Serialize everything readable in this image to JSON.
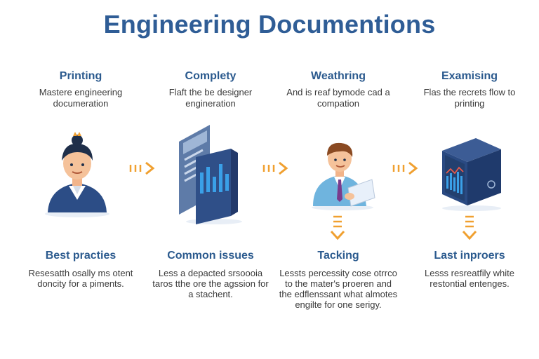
{
  "title": "Engineering Documentions",
  "steps": [
    {
      "title": "Printing",
      "desc": "Mastere engineering documeration"
    },
    {
      "title": "Complety",
      "desc": "Flaft the be designer engineration"
    },
    {
      "title": "Weathring",
      "desc": "And is reaf bymode cad a compation"
    },
    {
      "title": "Examising",
      "desc": "Flas the recrets flow to printing"
    }
  ],
  "notes": [
    {
      "title": "Best practies",
      "desc": "Resesatth osally ms otent doncity for a piments."
    },
    {
      "title": "Common issues",
      "desc": "Less a depacted srsoooia taros tthe ore the agssion for a stachent."
    },
    {
      "title": "Tacking",
      "desc": "Lessts percessity cose otrrco to the mater's proeren and the edflenssant what almotes engilte for one serigy."
    },
    {
      "title": "Last inproers",
      "desc": "Lesss resreatfily white restontial entenges."
    }
  ],
  "colors": {
    "title": "#2f5d96",
    "heading": "#2b5a8e",
    "arrow": "#f0a030",
    "navy": "#2c4d86"
  },
  "icons": [
    "engineer-avatar-icon",
    "document-chart-icon",
    "engineer-with-paper-icon",
    "server-chart-icon"
  ]
}
